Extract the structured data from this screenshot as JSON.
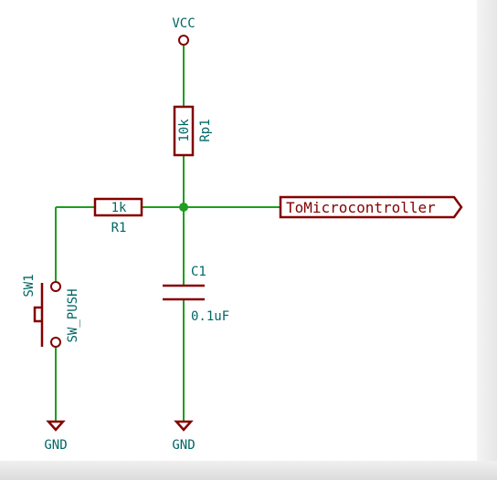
{
  "power": {
    "vcc": "VCC",
    "gnd_left": "GND",
    "gnd_center": "GND"
  },
  "components": {
    "rp1": {
      "ref": "Rp1",
      "value": "10k"
    },
    "r1": {
      "ref": "R1",
      "value": "1k"
    },
    "c1": {
      "ref": "C1",
      "value": "0.1uF"
    },
    "sw1": {
      "ref": "SW1",
      "value": "SW_PUSH"
    }
  },
  "net_label": "ToMicrocontroller",
  "colors": {
    "wire": "#1f9e1f",
    "component": "#840000",
    "text": "#006666"
  }
}
